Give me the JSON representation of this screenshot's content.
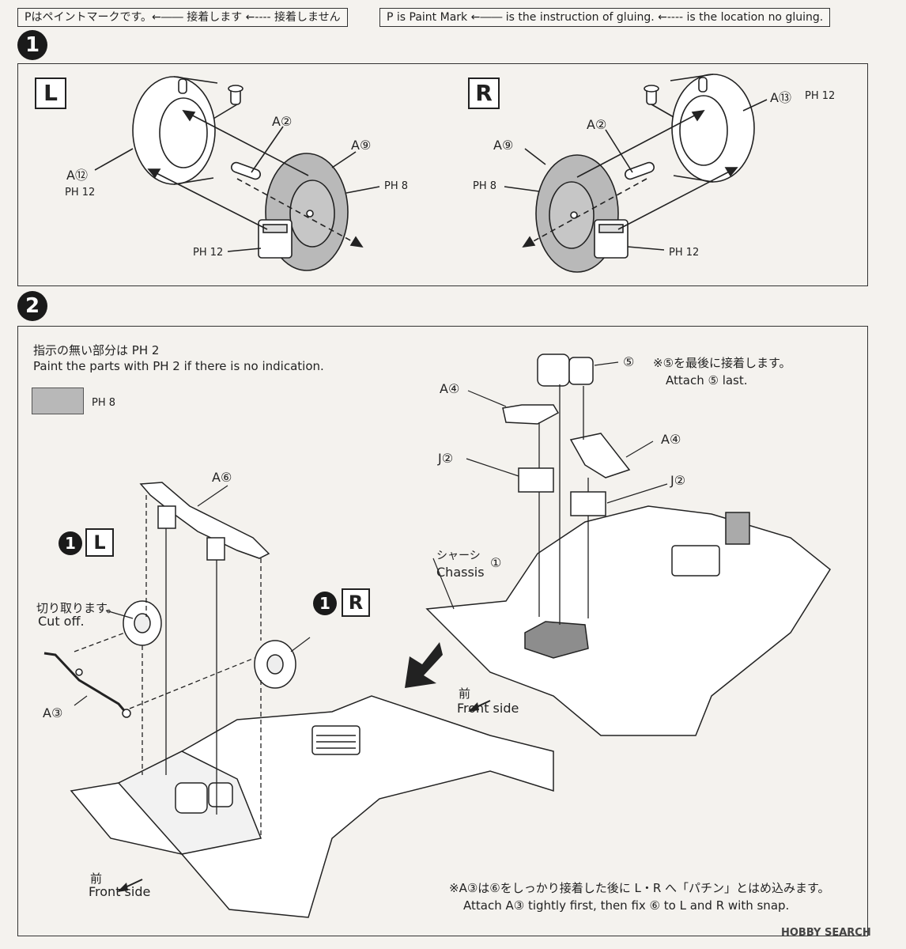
{
  "legend": {
    "jp": "Pはペイントマークです。←―― 接着します ←---- 接着しません",
    "en": "P is Paint Mark ←―― is the instruction of gluing. ←---- is the location no gluing."
  },
  "step1": {
    "number": "1",
    "left": {
      "tag": "L",
      "labels": {
        "a12": "A⑫",
        "ph12_a": "PH 12",
        "a2": "A②",
        "a9": "A⑨",
        "ph8": "PH 8",
        "ph12_b": "PH 12"
      }
    },
    "right": {
      "tag": "R",
      "labels": {
        "a13": "A⑬",
        "ph12_a": "PH 12",
        "a2": "A②",
        "a9": "A⑨",
        "ph8": "PH 8",
        "ph12_b": "PH 12"
      }
    }
  },
  "step2": {
    "number": "2",
    "paint_note_jp": "指示の無い部分は PH 2",
    "paint_note_en": "Paint the parts with PH 2 if there is no indication.",
    "swatch_label": "PH 8",
    "labels": {
      "a6": "A⑥",
      "ref_left_num": "1",
      "ref_left_tag": "L",
      "ref_right_num": "1",
      "ref_right_tag": "R",
      "cut_off_jp": "切り取ります。",
      "cut_off_en": "Cut off.",
      "a3": "A③",
      "front_left_jp": "前",
      "front_left_en": "Front side",
      "a4_top": "A④",
      "j2_left": "J②",
      "part5": "⑤",
      "note5_jp": "※⑤を最後に接着します。",
      "note5_en": "Attach ⑤ last.",
      "a4_right": "A④",
      "j2_right": "J②",
      "chassis_jp": "シャーシ",
      "chassis_en": "Chassis",
      "chassis_num": "①",
      "front_right_jp": "前",
      "front_right_en": "Front side"
    },
    "bottom_note_jp": "※A③は⑥をしっかり接着した後に L・R へ「パチン」とはめ込みます。",
    "bottom_note_en": "Attach A③ tightly first, then fix ⑥ to L and R with snap."
  },
  "watermark": "HOBBY SEARCH"
}
